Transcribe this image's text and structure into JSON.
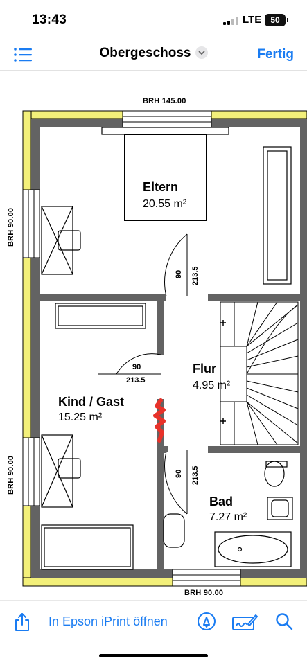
{
  "status_bar": {
    "time": "13:43",
    "network": "LTE",
    "battery": "50"
  },
  "nav": {
    "title": "Obergeschoss",
    "done_label": "Fertig"
  },
  "plan": {
    "brh_top": "BRH 145.00",
    "brh_left_upper": "BRH 90.00",
    "brh_left_lower": "BRH 90.00",
    "brh_bottom": "BRH 90.00",
    "rooms": {
      "eltern": {
        "name": "Eltern",
        "area": "20.55 m²"
      },
      "flur": {
        "name": "Flur",
        "area": "4.95 m²"
      },
      "kind": {
        "name": "Kind / Gast",
        "area": "15.25 m²"
      },
      "bad": {
        "name": "Bad",
        "area": "7.27 m²"
      }
    },
    "doors": {
      "eltern_w": "90",
      "eltern_h": "213.5",
      "kind_w": "90",
      "kind_h": "213.5",
      "bad_w": "90",
      "bad_h": "213.5"
    },
    "colors": {
      "wall": "#636363",
      "insulation": "#f3f07a",
      "markup": "#e8322a"
    }
  },
  "toolbar": {
    "open_label": "In Epson iPrint öffnen"
  },
  "icons": [
    "list-icon",
    "chevron-down-icon",
    "share-icon",
    "markup-icon",
    "signature-icon",
    "search-icon"
  ]
}
